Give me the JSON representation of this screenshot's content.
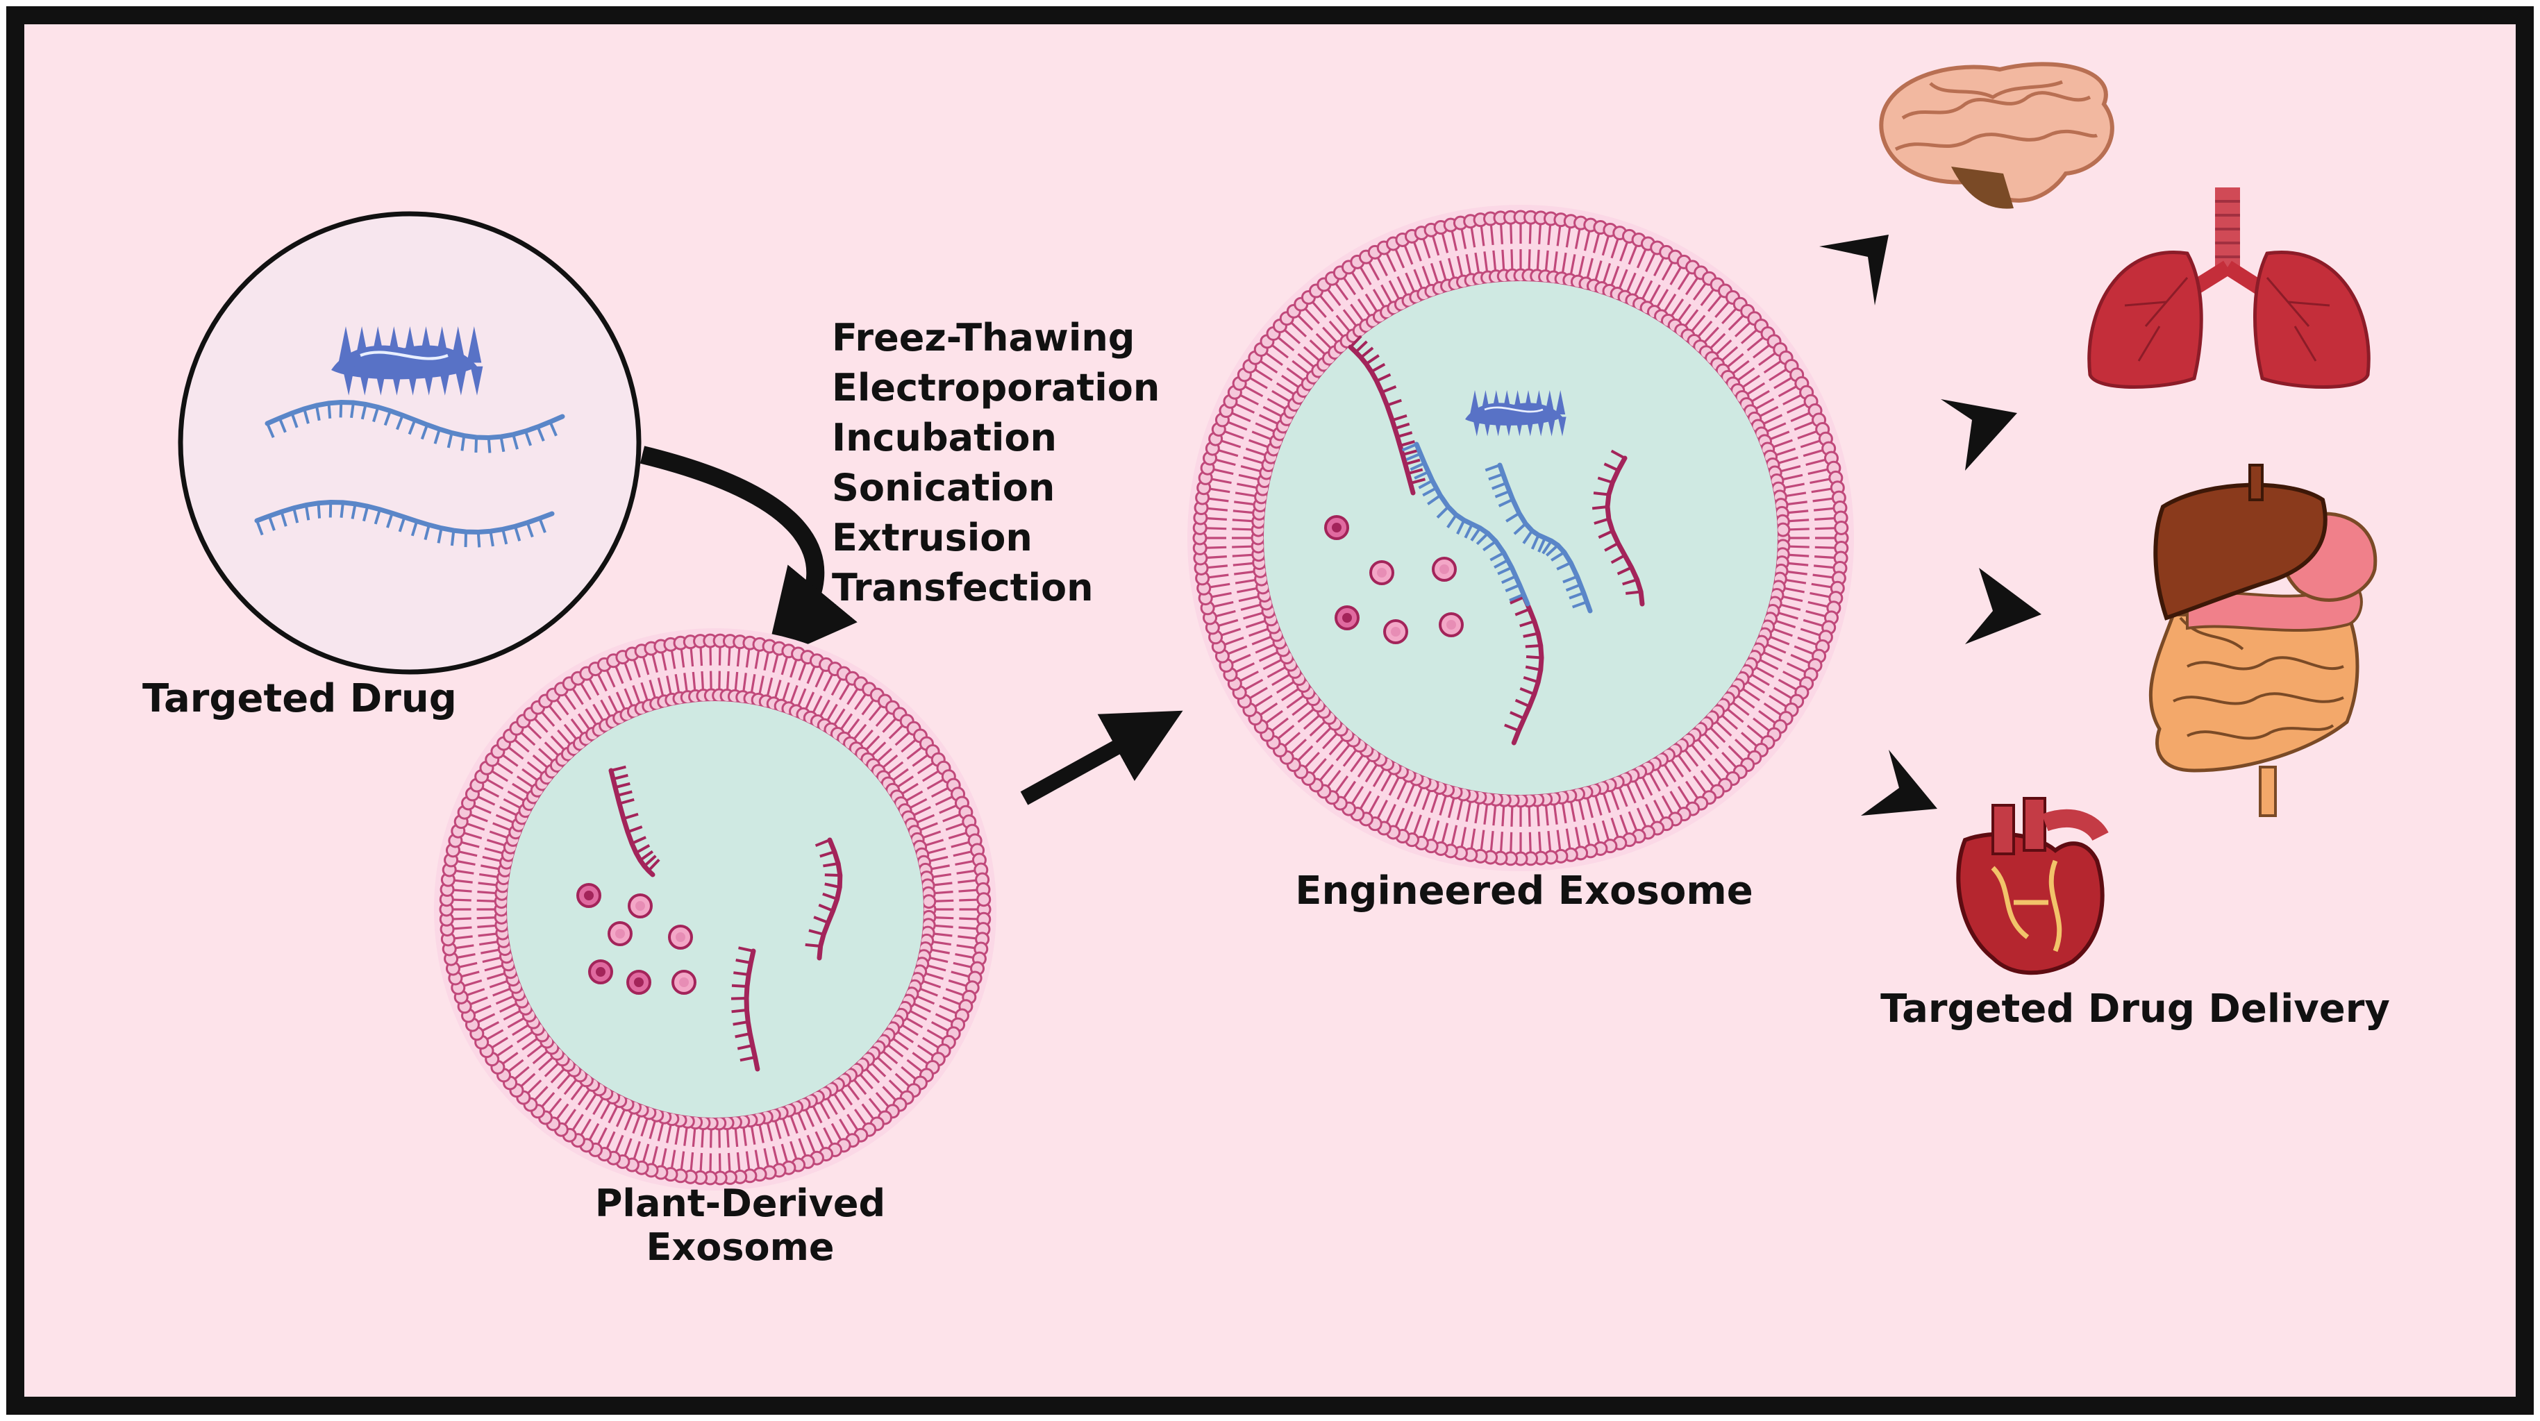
{
  "labels": {
    "targeted_drug": "Targeted Drug",
    "plant_derived_line1": "Plant-Derived",
    "plant_derived_line2": "Exosome",
    "engineered_exosome": "Engineered Exosome",
    "targeted_drug_delivery": "Targeted Drug Delivery"
  },
  "methods": [
    "Freez-Thawing",
    "Electroporation",
    "Incubation",
    "Sonication",
    "Extrusion",
    "Transfection"
  ],
  "organs": [
    "brain-icon",
    "lungs-icon",
    "liver-intestine-icon",
    "heart-icon"
  ],
  "colors": {
    "background": "#fde3ea",
    "frame": "#111111",
    "membrane": "#c0487a",
    "membrane_head": "#f5c7da",
    "lumen": "#cfe9e2",
    "rna_blue": "#5a86c8",
    "rna_magenta": "#a3245a",
    "protein_blue": "#5872c6",
    "organ_brain": "#f2b8a0",
    "organ_lung": "#c42e3a",
    "organ_liver": "#8a3a1c",
    "organ_intestine": "#f3a86a",
    "organ_heart": "#b5262f"
  }
}
